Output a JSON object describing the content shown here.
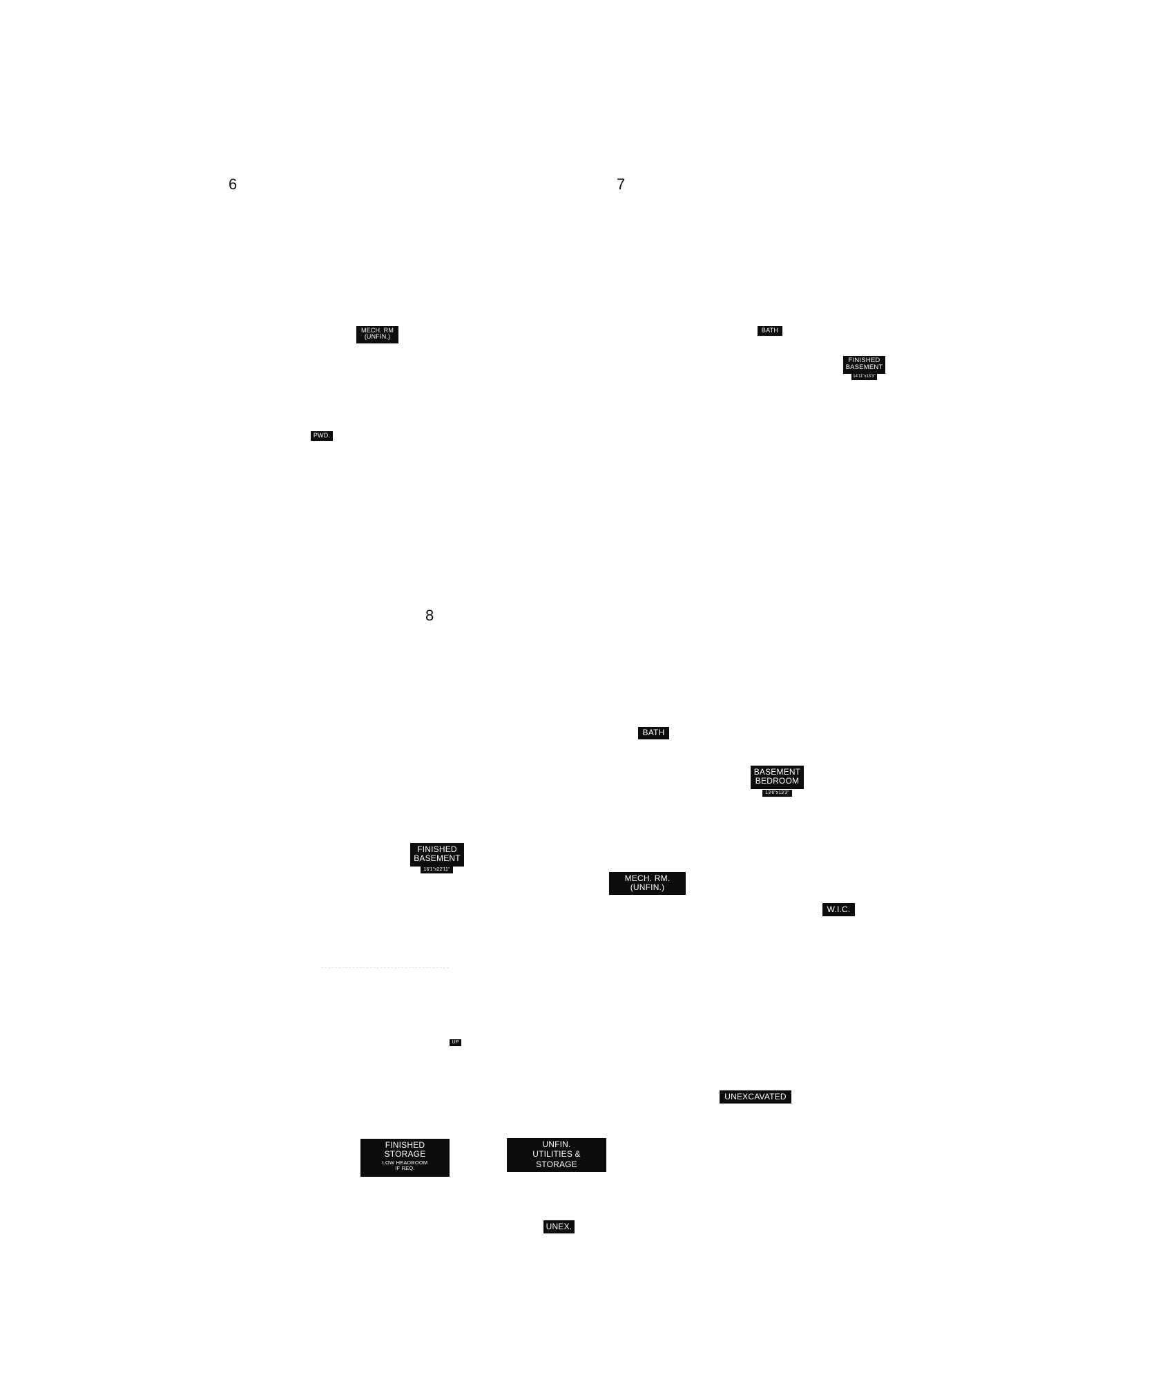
{
  "plans": {
    "plan_6": {
      "number": "6",
      "labels": {
        "mech_rm": "MECH. RM\n(UNFIN.)",
        "pwd": "PWD."
      }
    },
    "plan_7": {
      "number": "7",
      "labels": {
        "bath": "BATH",
        "finished_basement": "FINISHED\nBASEMENT",
        "finished_basement_dim": "14'11\"x13'3\""
      }
    },
    "plan_8": {
      "number": "8",
      "labels": {
        "bath": "BATH",
        "basement_bedroom": "BASEMENT\nBEDROOM",
        "basement_bedroom_dim": "13'6\"x13'3\"",
        "finished_basement": "FINISHED\nBASEMENT",
        "finished_basement_dim": "16'1\"x22'11\"",
        "mech_rm": "MECH. RM.\n(UNFIN.)",
        "wic": "W.I.C.",
        "up": "UP",
        "unexcavated": "UNEXCAVATED",
        "finished_storage": "FINISHED\nSTORAGE",
        "finished_storage_note": "LOW HEADROOM\nIF REQ.",
        "unfin_utilities": "UNFIN.\nUTILITIES &\nSTORAGE",
        "unex": "UNEX."
      }
    }
  },
  "colors": {
    "label_bg": "#0d0d0d",
    "label_text": "#ffffff",
    "background": "#ffffff"
  }
}
